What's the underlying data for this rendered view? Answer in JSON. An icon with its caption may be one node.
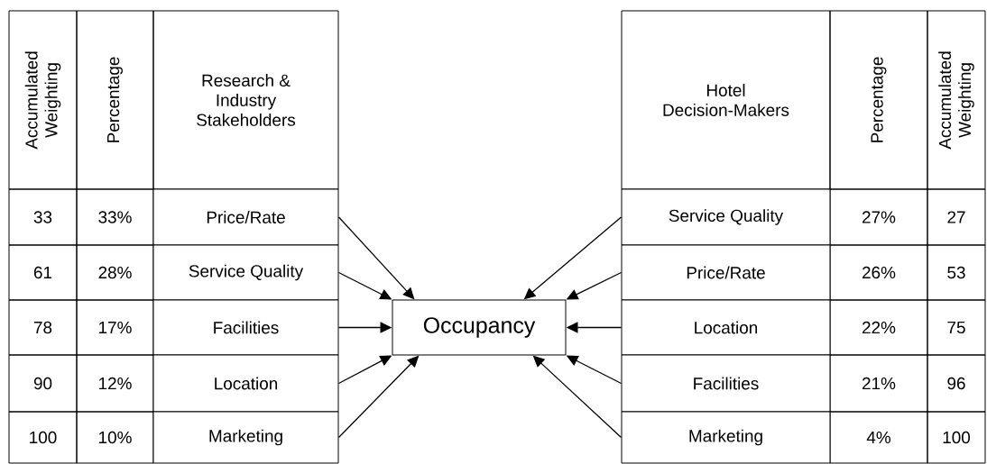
{
  "diagram": {
    "nodes": [
      {
        "text": [
          "Price/Rate"
        ]
      },
      {
        "text": [
          "Service Quality"
        ]
      },
      {
        "text": [
          "Facilities"
        ]
      },
      {
        "text": [
          "Location"
        ]
      },
      {
        "text": [
          "Marketing"
        ]
      },
      {
        "text": [
          "Occupancy"
        ]
      },
      {
        "text": [
          "Service Quality"
        ]
      },
      {
        "text": [
          "Price/Rate"
        ]
      },
      {
        "text": [
          "Location"
        ]
      },
      {
        "text": [
          "Facilities"
        ]
      },
      {
        "text": [
          "Marketing"
        ]
      }
    ],
    "edges": [
      {
        "from": 0,
        "to": 5,
        "arrow": "to"
      },
      {
        "from": 1,
        "to": 5,
        "arrow": "to"
      },
      {
        "from": 2,
        "to": 5,
        "arrow": "to"
      },
      {
        "from": 3,
        "to": 5,
        "arrow": "to"
      },
      {
        "from": 4,
        "to": 5,
        "arrow": "to"
      },
      {
        "from": 6,
        "to": 5,
        "arrow": "to"
      },
      {
        "from": 7,
        "to": 5,
        "arrow": "to"
      },
      {
        "from": 8,
        "to": 5,
        "arrow": "to"
      },
      {
        "from": 9,
        "to": 5,
        "arrow": "to"
      },
      {
        "from": 10,
        "to": 5,
        "arrow": "to"
      }
    ],
    "labels": [
      "Accumulated Weighting",
      "Percentage",
      "Research & Industry Stakeholders",
      "33",
      "33%",
      "61",
      "28%",
      "78",
      "17%",
      "90",
      "12%",
      "100",
      "10%",
      "Hotel Decision-Makers",
      "Percentage",
      "Accumulated Weighting",
      "27%",
      "27",
      "26%",
      "53",
      "22%",
      "75",
      "21%",
      "96",
      "4%",
      "100"
    ]
  }
}
